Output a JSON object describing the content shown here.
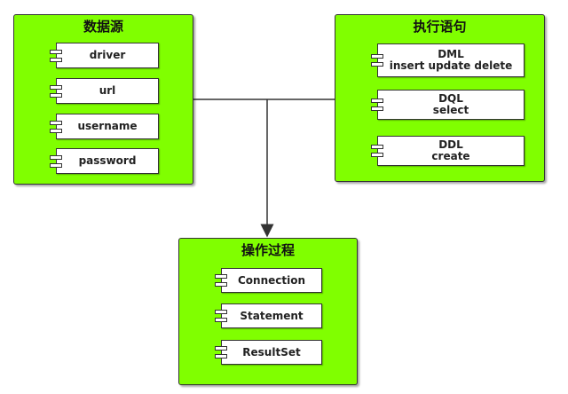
{
  "packages": {
    "datasource": {
      "title": "数据源",
      "items": [
        "driver",
        "url",
        "username",
        "password"
      ]
    },
    "statements": {
      "title": "执行语句",
      "items": [
        {
          "line1": "DML",
          "line2": "insert update delete"
        },
        {
          "line1": "DQL",
          "line2": "select"
        },
        {
          "line1": "DDL",
          "line2": "create"
        }
      ]
    },
    "process": {
      "title": "操作过程",
      "items": [
        "Connection",
        "Statement",
        "ResultSet"
      ]
    }
  },
  "colors": {
    "package_fill": "#80ff00",
    "component_fill": "#ffffff",
    "line": "#333333"
  }
}
